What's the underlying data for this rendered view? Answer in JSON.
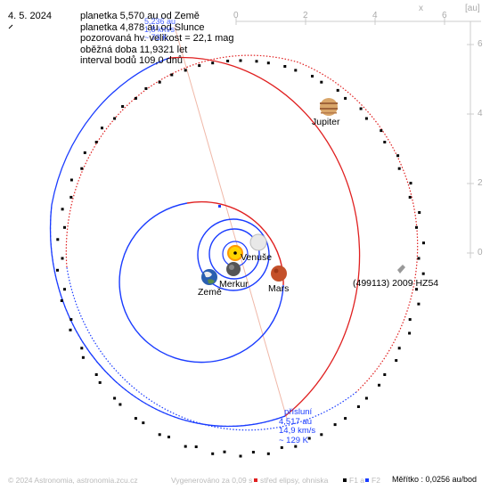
{
  "date": "4. 5. 2024",
  "info_lines": [
    "planetka 5,570 au od Země",
    "planetka 4,878 au od Slunce",
    "pozorovaná hv. velikost = 22,1 mag",
    "oběžná doba 11,9321 let",
    "interval bodů 109,0 dnů"
  ],
  "aphelion_note": [
    "5,236 au",
    "1,8 km/s",
    "~ 73 K"
  ],
  "perihelion_note": [
    "přísluní",
    "4,517 au",
    "14,9 km/s",
    "~ 129 K"
  ],
  "axis": {
    "unit": "[au]",
    "x_axis_letter": "x",
    "x_ticks": [
      "0",
      "2",
      "4",
      "6"
    ],
    "y_ticks": [
      "6",
      "4",
      "2",
      "0"
    ]
  },
  "planets": {
    "jupiter": "Jupiter",
    "venus": "Venuše",
    "mercury": "Merkur",
    "earth": "Země",
    "mars": "Mars"
  },
  "asteroid_label": "(499113) 2009 HZ54",
  "footer": {
    "copyright": "© 2024 Astronomia, astronomia.zcu.cz",
    "generated": "Vygenerováno za 0,09 s",
    "legend_center": "střed elipsy, ohniska",
    "legend_f1": "F1 a",
    "legend_f2": "F2",
    "scale": "Měřítko : 0,0256 au/bod"
  },
  "colors": {
    "orbit_blue": "#1a3cff",
    "orbit_red": "#e02020",
    "apsis_line": "#f0b8a8",
    "axis_grey": "#cccccc"
  }
}
